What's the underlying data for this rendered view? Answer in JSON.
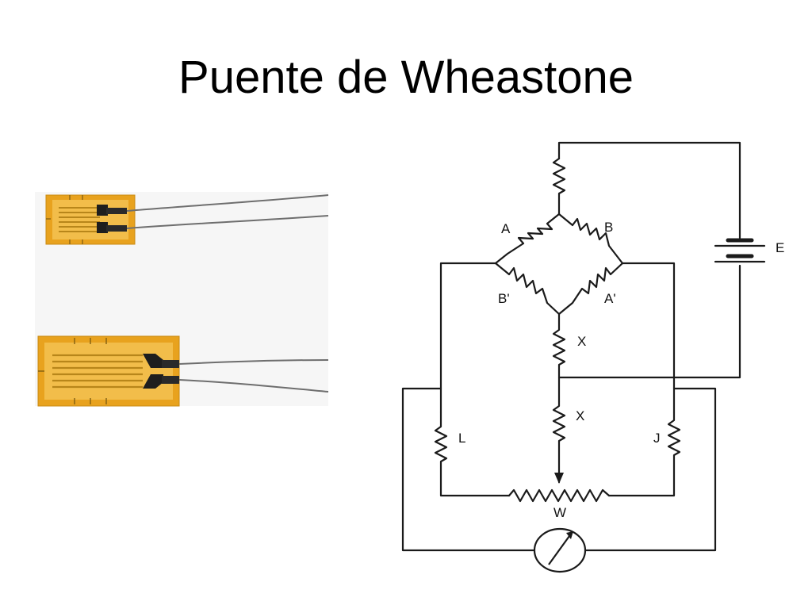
{
  "slide": {
    "title": "Puente de Wheastone"
  },
  "circuit": {
    "labels": {
      "A": "A",
      "B": "B",
      "B_prime": "B'",
      "A_prime": "A'",
      "X_upper": "X",
      "X_lower": "X",
      "E": "E",
      "L": "L",
      "J": "J",
      "W": "W"
    }
  },
  "colors": {
    "gauge_backing": "#e8a21e",
    "gauge_backing_light": "#f2bd4a",
    "gauge_grid": "#b8861a",
    "lead_wire": "#6e6e6e",
    "line": "#1a1a1a"
  }
}
